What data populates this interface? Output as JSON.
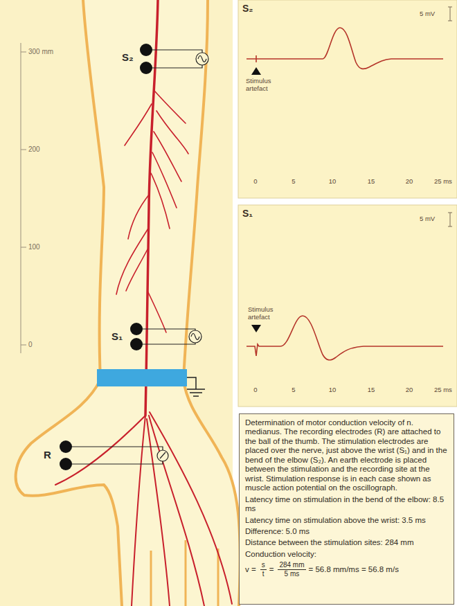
{
  "diagram": {
    "nodes": [
      {
        "text": [
          "S₂",
          "5 mV",
          "Stimulus artefact",
          "0",
          "5",
          "10",
          "15",
          "20",
          "25 ms"
        ]
      },
      {
        "text": [
          "S₁",
          "5 mV",
          "Stimulus artefact",
          "0",
          "5",
          "10",
          "15",
          "20",
          "25 ms"
        ]
      },
      {
        "text": [
          "Determination of motor conduction velocity of n. medianus. The recording electrodes (R) are attached to the ball of the thumb. The stimulation electrodes are placed over the nerve, just above the wrist (S₁) and in the bend of the elbow (S₂). An earth electrode is placed between the stimulation and the recording site at the wrist. Stimulation response is in each case shown as muscle action potential on the oscillograph.",
          "Latency time on stimulation in the bend of the elbow: 8.5 ms",
          "Latency time on stimulation above the wrist: 3.5 ms",
          "Difference: 5.0 ms",
          "Distance between the stimulation sites: 284 mm",
          "Conduction velocity:",
          "v =",
          "s",
          "t",
          "=",
          "284 mm",
          "5 ms",
          "= 56.8 mm/ms = 56.8 m/s"
        ]
      }
    ],
    "labels": [
      "300 mm",
      "200",
      "100",
      "0",
      "S₂",
      "S₁",
      "R"
    ]
  }
}
